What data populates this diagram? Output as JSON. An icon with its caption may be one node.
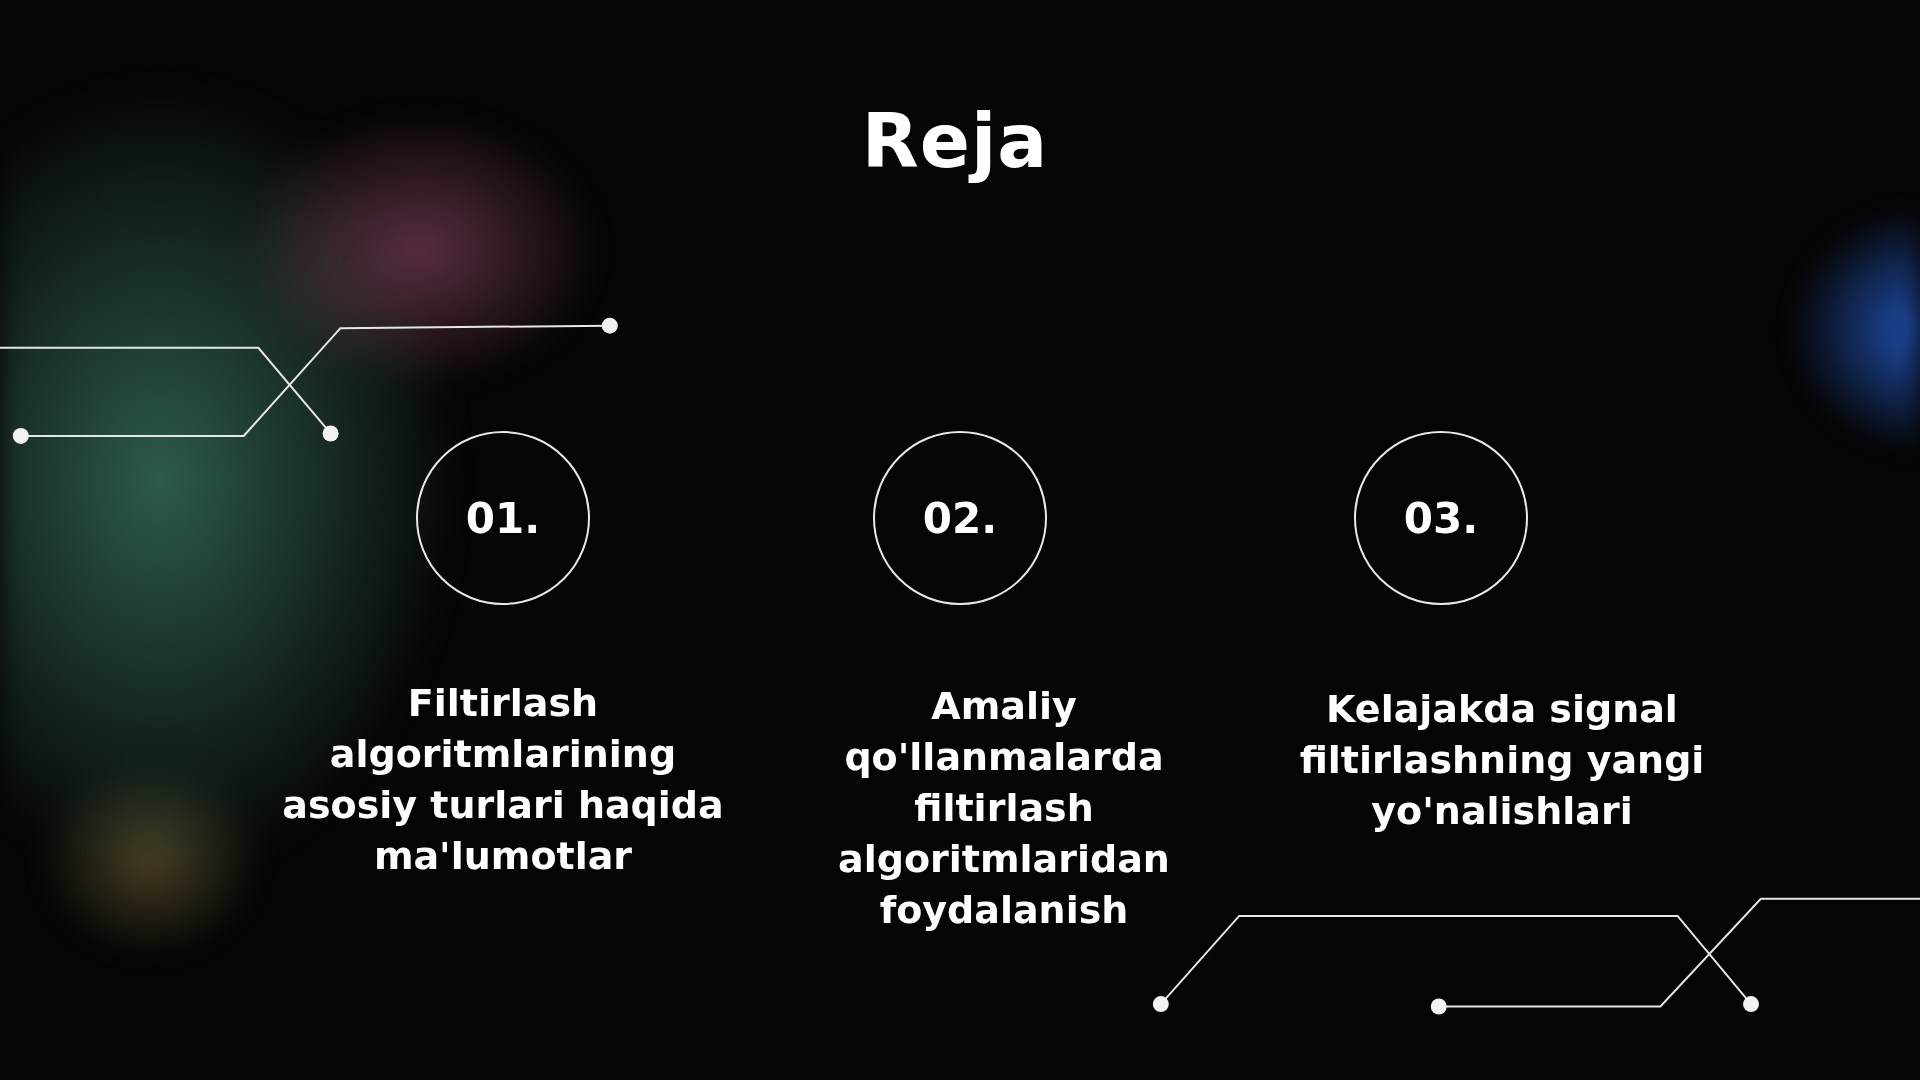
{
  "diagram": {
    "title": "Reja",
    "nodes": [
      {
        "text": [
          "01."
        ],
        "beside": [
          "Filtirlash algoritmlarining asosiy turlari haqida ma'lumotlar"
        ]
      },
      {
        "text": [
          "02."
        ],
        "beside": [
          "Amaliy qo'llanmalarda filtirlash algoritmlaridan foydalanish"
        ]
      },
      {
        "text": [
          "03."
        ],
        "beside": [
          "Kelajakda signal filtirlashning yangi yo'nalishlari"
        ]
      }
    ]
  }
}
